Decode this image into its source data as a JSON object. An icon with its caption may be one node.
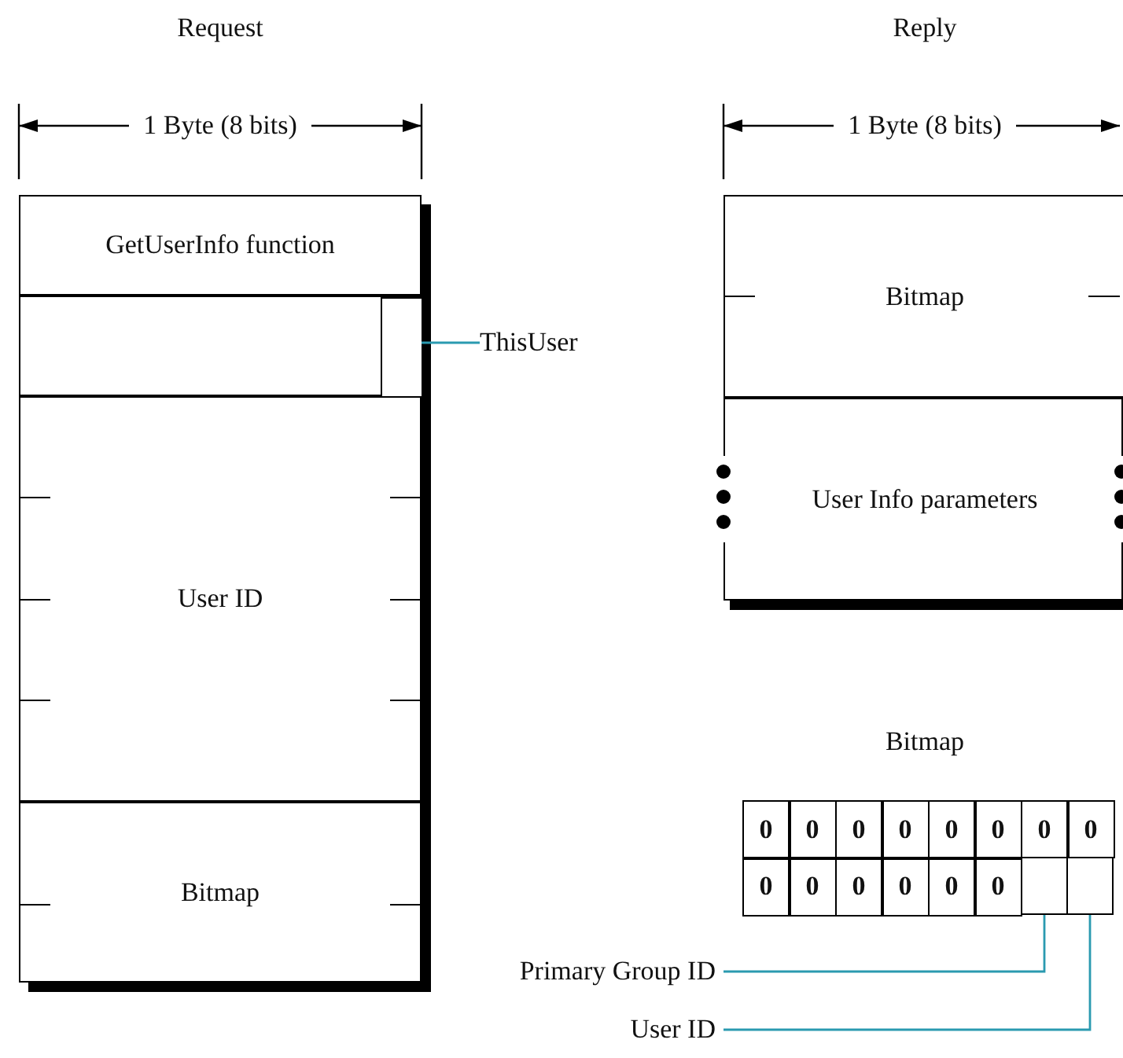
{
  "diagram": {
    "nodes": [
      {
        "text": [
          "GetUserInfo function"
        ]
      },
      {
        "text": [],
        "shape": "box"
      },
      {
        "text": [],
        "shape": "box",
        "in": 1
      },
      {
        "text": [
          "ThisUser"
        ]
      },
      {
        "text": [
          "User ID"
        ]
      },
      {
        "text": [
          "Bitmap"
        ]
      },
      {
        "text": [
          "Bitmap"
        ]
      },
      {
        "text": [
          "User Info parameters"
        ]
      },
      {
        "text": [],
        "shape": "box"
      },
      {
        "text": [],
        "shape": "box"
      },
      {
        "text": [
          "Primary Group ID"
        ]
      },
      {
        "text": [
          "User ID"
        ]
      }
    ],
    "edges": [
      {
        "from": 3,
        "to": 2,
        "arrow": "none"
      },
      {
        "from": 10,
        "to": 8,
        "arrow": "none"
      },
      {
        "from": 11,
        "to": 9,
        "arrow": "none"
      }
    ],
    "labels": [
      "Request",
      "Reply",
      "1 Byte (8 bits)",
      "1 Byte (8 bits)",
      "Bitmap",
      "0",
      "0",
      "0",
      "0",
      "0",
      "0",
      "0",
      "0",
      "0",
      "0",
      "0",
      "0",
      "0",
      "0"
    ]
  }
}
